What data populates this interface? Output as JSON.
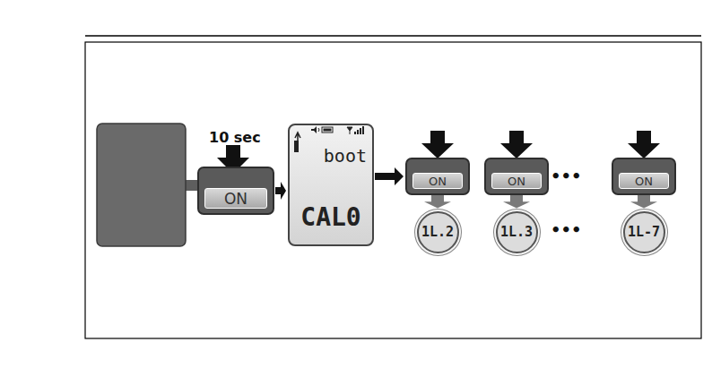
{
  "diagram": {
    "nodes": [
      {
        "text": [
          "ON"
        ]
      },
      {
        "text": [
          "boot",
          "CAL0"
        ]
      },
      {
        "text": [
          "ON"
        ]
      },
      {
        "text": [
          "ON"
        ]
      },
      {
        "text": [
          "ON"
        ]
      },
      {
        "text": [
          "1L.2"
        ]
      },
      {
        "text": [
          "1L.3"
        ]
      },
      {
        "text": [
          "1L-7"
        ]
      }
    ],
    "edges": [
      {
        "from": 0,
        "to": 1,
        "arrow": "to"
      },
      {
        "from": 1,
        "to": 2,
        "arrow": "to"
      },
      {
        "from": 2,
        "to": 5,
        "arrow": "to"
      },
      {
        "from": 3,
        "to": 6,
        "arrow": "to"
      },
      {
        "from": 4,
        "to": 7,
        "arrow": "to"
      }
    ],
    "labels": [
      "10 sec",
      "•••",
      "•••"
    ]
  }
}
